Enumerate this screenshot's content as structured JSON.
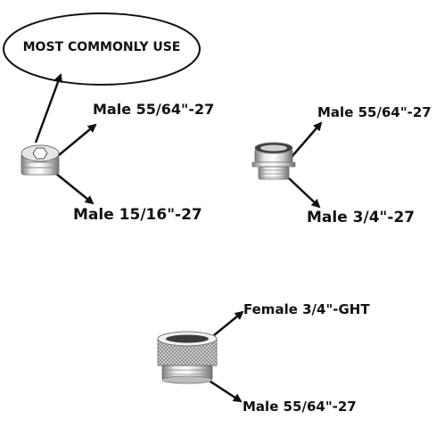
{
  "callout": {
    "text": "MOST COMMONLY USE"
  },
  "adapters": [
    {
      "labels": [
        "Male 55/64\"-27",
        "Male 15/16\"-27"
      ]
    },
    {
      "labels": [
        "Male 55/64\"-27",
        "Male 3/4\"-27"
      ]
    },
    {
      "labels": [
        "Female 3/4\"-GHT",
        "Male 55/64\"-27"
      ]
    }
  ],
  "colors": {
    "text": "#111111",
    "metal_light": "#f2f2f2",
    "metal_dark": "#7d7d7d",
    "outline": "#111111"
  }
}
